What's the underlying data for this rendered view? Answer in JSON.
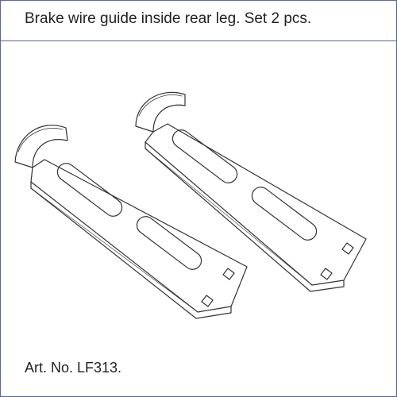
{
  "header": {
    "title": "Brake wire guide inside rear leg. Set 2 pcs."
  },
  "footer": {
    "article_number": "Art. No. LF313."
  },
  "colors": {
    "frame": "#5a63a8",
    "line": "#333333",
    "text": "#222222"
  },
  "figure": {
    "items": [
      {
        "name": "brake-wire-guide-1"
      },
      {
        "name": "brake-wire-guide-2"
      }
    ]
  }
}
